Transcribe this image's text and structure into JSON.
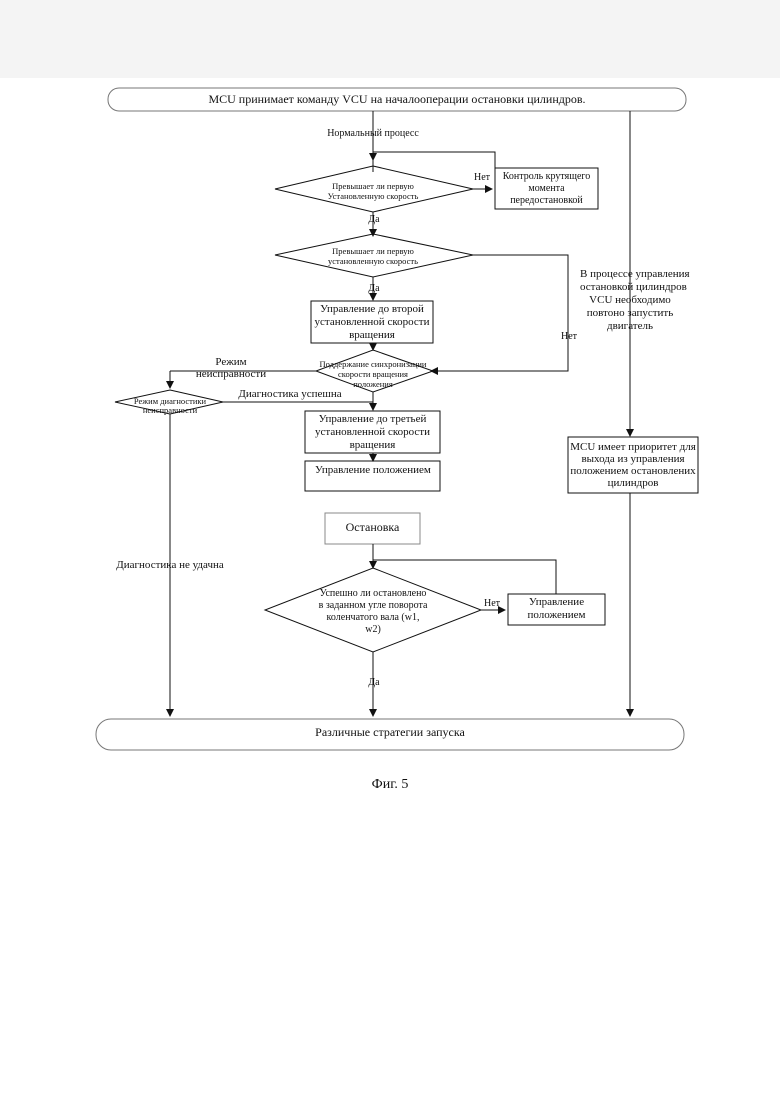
{
  "diagram": {
    "start": "MCU принимает команду VCU на началооперации остановки цилиндров.",
    "normal_process": "Нормальный процесс",
    "decision1": [
      "Превышает ли первую",
      "Установленную скорость"
    ],
    "torque_control": [
      "Контроль крутящего",
      "момента",
      "передостановкой"
    ],
    "no1": "Нет",
    "yes1": "Да",
    "decision2": [
      "Превышает ли первую",
      "установленную скорость"
    ],
    "yes2": "Да",
    "control_second_speed": [
      "Управление до второй",
      "установленной скорости",
      "вращения"
    ],
    "no2": "Нет",
    "fault_mode": [
      "Режим",
      "неисправности"
    ],
    "maintain_sync": [
      "Поддержание синхронизации",
      "скорости вращения",
      "положения"
    ],
    "fault_diag_mode": [
      "Режим диагностики",
      "неисправности"
    ],
    "diag_success": "Диагностика успешна",
    "control_third_speed": [
      "Управление до третьей",
      "установленной скорости",
      "вращения"
    ],
    "position_control": "Управление положением",
    "stop": "Остановка",
    "diag_fail": "Диагностика не удачна",
    "decision3": [
      "Успешно ли остановлено",
      "в заданном угле поворота",
      "коленчатого вала (w1,",
      "w2)"
    ],
    "no3": "Нет",
    "position_control2": [
      "Управление",
      "положением"
    ],
    "yes3": "Да",
    "restart_note": [
      "В процессе управления",
      "остановкой цилиндров",
      "VCU необходимо",
      "повтоно запустить",
      "двигатель"
    ],
    "mcu_priority": [
      "MCU имеет приоритет для",
      "выхода из управления",
      "положением остановлених",
      "цилиндров"
    ],
    "end": "Различные стратегии запуска"
  },
  "caption": "Фиг. 5"
}
